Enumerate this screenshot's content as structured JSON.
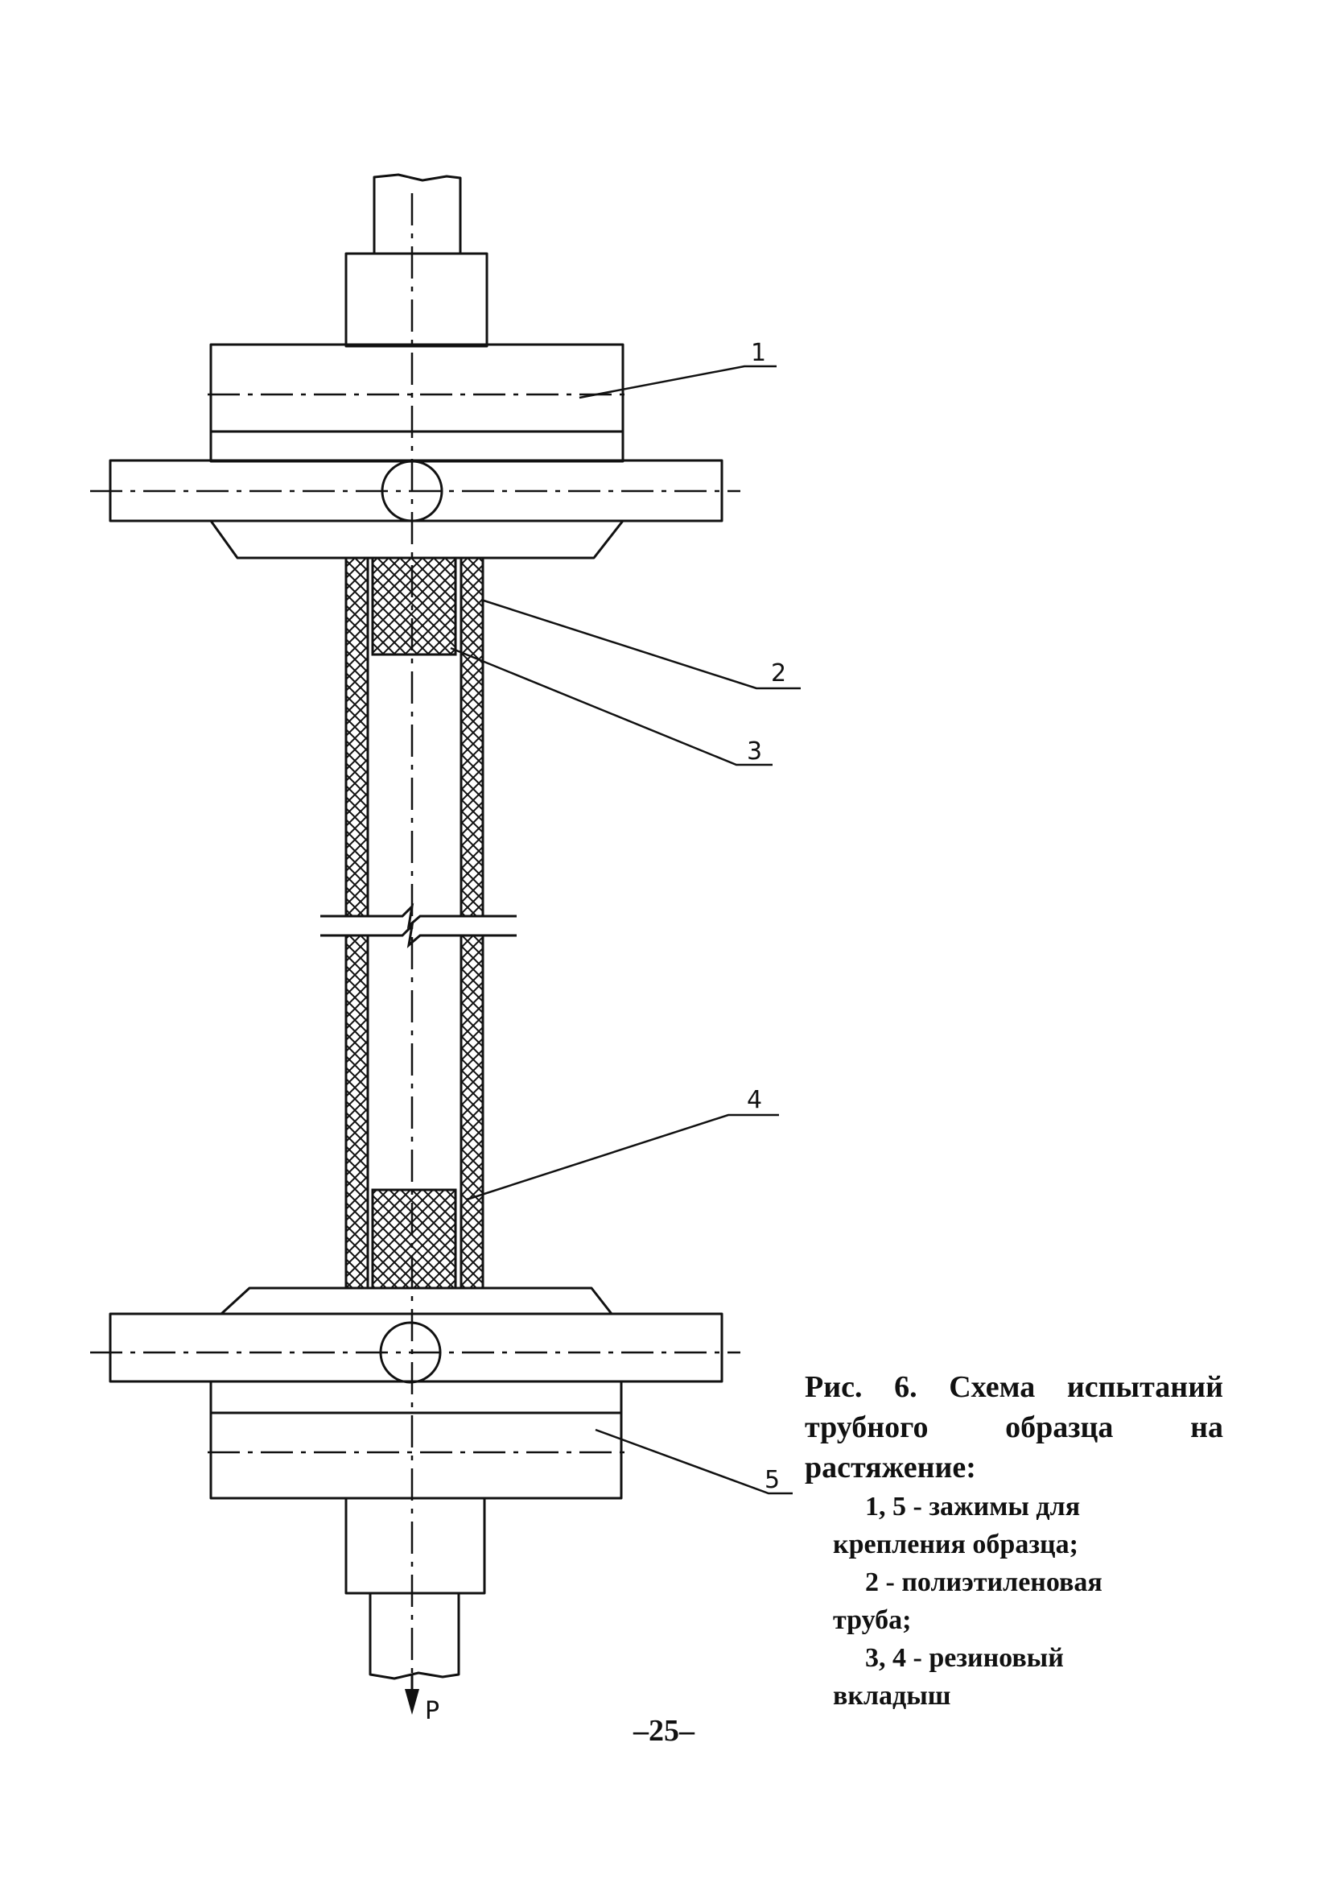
{
  "figure": {
    "callouts": [
      "1",
      "2",
      "3",
      "4",
      "5"
    ],
    "load_label": "P"
  },
  "caption": {
    "title_line_1": "Рис. 6. Схема испытаний",
    "title_line_2": "трубного образца на",
    "title_line_3": "растяжение:",
    "items": [
      {
        "first": "1, 5 - зажимы для",
        "rest": "крепления образца;"
      },
      {
        "first": "2 - полиэтиленовая",
        "rest": "труба;"
      },
      {
        "first": "3, 4 - резиновый",
        "rest": "вкладыш"
      }
    ]
  },
  "page_number": "–25–"
}
